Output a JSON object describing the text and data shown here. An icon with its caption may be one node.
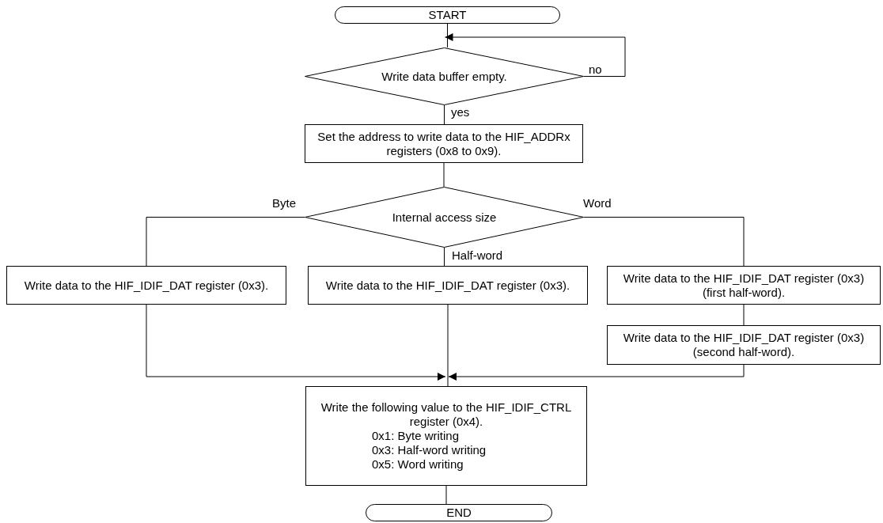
{
  "diagram": {
    "nodes": [
      {
        "text": [
          "START"
        ]
      },
      {
        "text": [
          "Write data buffer empty."
        ]
      },
      {
        "text": [
          "Set the address to write data to the HIF_ADDRx registers (0x8 to 0x9)."
        ]
      },
      {
        "text": [
          "Internal access size"
        ]
      },
      {
        "text": [
          "Write data to the HIF_IDIF_DAT register (0x3)."
        ]
      },
      {
        "text": [
          "Write data to the HIF_IDIF_DAT register (0x3)."
        ]
      },
      {
        "text": [
          "Write data to the HIF_IDIF_DAT register (0x3) (first half-word)."
        ]
      },
      {
        "text": [
          "Write data to the HIF_IDIF_DAT register (0x3) (second half-word)."
        ]
      },
      {
        "text": [
          "Write the following value to the HIF_IDIF_CTRL register (0x4).",
          "0x1: Byte writing",
          "0x3: Half-word writing",
          "0x5: Word writing"
        ]
      },
      {
        "text": [
          "END"
        ]
      }
    ],
    "edges": [
      {
        "from": 0,
        "to": 1,
        "arrow": "none"
      },
      {
        "from": 1,
        "to": 1,
        "arrow": "to",
        "label": "no"
      },
      {
        "from": 1,
        "to": 2,
        "arrow": "none",
        "label": "yes"
      },
      {
        "from": 2,
        "to": 3,
        "arrow": "none"
      },
      {
        "from": 3,
        "to": 4,
        "arrow": "none",
        "label": "Byte"
      },
      {
        "from": 3,
        "to": 5,
        "arrow": "none",
        "label": "Half-word"
      },
      {
        "from": 3,
        "to": 6,
        "arrow": "none",
        "label": "Word"
      },
      {
        "from": 6,
        "to": 7,
        "arrow": "none"
      },
      {
        "from": 4,
        "to": 8,
        "arrow": "to"
      },
      {
        "from": 7,
        "to": 8,
        "arrow": "to"
      },
      {
        "from": 5,
        "to": 8,
        "arrow": "none"
      },
      {
        "from": 8,
        "to": 9,
        "arrow": "none"
      }
    ]
  }
}
